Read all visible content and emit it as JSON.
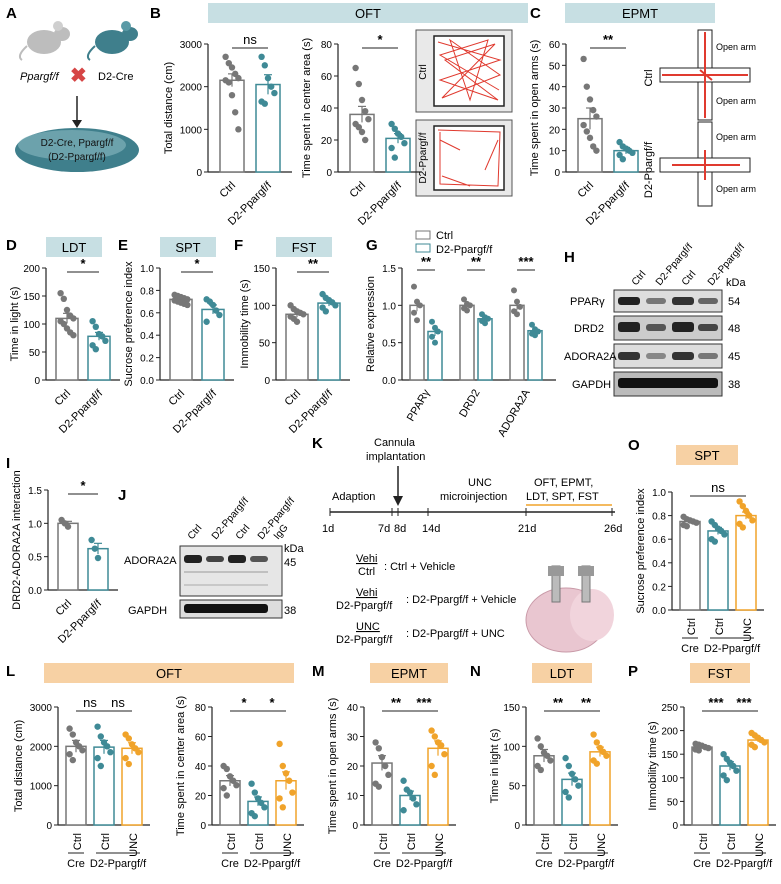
{
  "colors": {
    "ctrl": "#777777",
    "d2": "#3f8a96",
    "unc": "#f0a32a",
    "banner_blue": "#c7dfe3",
    "banner_orange": "#f7d1a4",
    "mouse_gray": "#bdbdbd",
    "mouse_teal": "#3f7f8c",
    "arrow_red": "#d64545",
    "track_red": "#e03a2f"
  },
  "panel_letters": {
    "A": "A",
    "B": "B",
    "C": "C",
    "D": "D",
    "E": "E",
    "F": "F",
    "G": "G",
    "H": "H",
    "I": "I",
    "J": "J",
    "K": "K",
    "L": "L",
    "M": "M",
    "N": "N",
    "O": "O",
    "P": "P"
  },
  "banners": {
    "B": "OFT",
    "C": "EPMT",
    "D": "LDT",
    "E": "SPT",
    "F": "FST",
    "O": "SPT",
    "L": "OFT",
    "M": "EPMT",
    "N": "LDT",
    "P": "FST"
  },
  "panelA": {
    "mouse1_label": "Ppargf/f",
    "mouse2_label": "D2-Cre",
    "result_line1": "D2-Cre, Ppargf/f",
    "result_line2": "(D2-Ppargf/f)"
  },
  "ctrl_label": "Ctrl",
  "d2_label": "D2-Ppargf/f",
  "unc_label": "UNC",
  "cre_label": "Cre",
  "trackB": {
    "ctrl": "Ctrl",
    "d2": "D2-Ppargf/f"
  },
  "trackC": {
    "ctrl": "Ctrl",
    "d2": "D2-Ppargf/f",
    "open_arm": "Open arm"
  },
  "legendG": {
    "ctrl": "Ctrl",
    "d2": "D2-Ppargf/f"
  },
  "blotH": {
    "lanes": [
      "Ctrl",
      "D2-Ppargf/f",
      "Ctrl",
      "D2-Ppargf/f"
    ],
    "kda": "kDa",
    "rows": [
      {
        "name": "PPARγ",
        "kda": "54"
      },
      {
        "name": "DRD2",
        "kda": "48"
      },
      {
        "name": "ADORA2A",
        "kda": "45"
      },
      {
        "name": "GAPDH",
        "kda": "38"
      }
    ]
  },
  "blotJ": {
    "lanes": [
      "Ctrl",
      "D2-Ppargf/f",
      "Ctrl",
      "D2-Ppargf/f",
      "IgG"
    ],
    "kda": "kDa",
    "rows": [
      {
        "name": "ADORA2A",
        "kda": "45"
      },
      {
        "name": "GAPDH",
        "kda": "38"
      }
    ]
  },
  "timelineK": {
    "cannula": "Cannula",
    "implantation": "implantation",
    "adaption": "Adaption",
    "unc": "UNC",
    "microinjection": "microinjection",
    "tests": [
      "OFT, EPMT,",
      "LDT, SPT, FST"
    ],
    "days": [
      "1d",
      "7d",
      "8d",
      "14d",
      "21d",
      "26d"
    ],
    "groups": [
      {
        "abbr_top": "Vehi",
        "abbr_bottom": "Ctrl",
        "desc": ": Ctrl + Vehicle"
      },
      {
        "abbr_top": "Vehi",
        "abbr_bottom": "D2-Ppargf/f",
        "desc": ": D2-Ppargf/f + Vehicle"
      },
      {
        "abbr_top": "UNC",
        "abbr_bottom": "D2-Ppargf/f",
        "desc": ": D2-Ppargf/f + UNC"
      }
    ]
  },
  "chart_data": [
    {
      "id": "B1",
      "type": "bar",
      "ylabel": "Total distance (cm)",
      "ylim": [
        0,
        3000
      ],
      "yticks": [
        "0",
        "1000",
        "2000",
        "3000"
      ],
      "sig": [
        {
          "a": 0,
          "b": 1,
          "label": "ns"
        }
      ],
      "groups": [
        {
          "name": "Ctrl",
          "mean": 2150,
          "sem": 150,
          "points": [
            2700,
            2550,
            2450,
            2300,
            2200,
            2150,
            2100,
            1800,
            1400,
            1000
          ]
        },
        {
          "name": "D2-Ppargf/f",
          "mean": 2050,
          "sem": 230,
          "points": [
            2700,
            2500,
            2200,
            2000,
            1850,
            1650,
            1600
          ]
        }
      ]
    },
    {
      "id": "B2",
      "type": "bar",
      "ylabel": "Time spent in center area (s)",
      "ylim": [
        0,
        80
      ],
      "yticks": [
        "0",
        "20",
        "40",
        "60",
        "80"
      ],
      "sig": [
        {
          "a": 0,
          "b": 1,
          "label": "*"
        }
      ],
      "groups": [
        {
          "name": "Ctrl",
          "mean": 36,
          "sem": 5,
          "points": [
            65,
            55,
            45,
            38,
            33,
            30,
            28,
            25,
            20
          ]
        },
        {
          "name": "D2-Ppargf/f",
          "mean": 21,
          "sem": 3,
          "points": [
            30,
            27,
            24,
            22,
            18,
            15,
            9
          ]
        }
      ]
    },
    {
      "id": "C",
      "type": "bar",
      "ylabel": "Time spent in open arms (s)",
      "ylim": [
        0,
        60
      ],
      "yticks": [
        "0",
        "10",
        "20",
        "30",
        "40",
        "50",
        "60"
      ],
      "sig": [
        {
          "a": 0,
          "b": 1,
          "label": "**"
        }
      ],
      "groups": [
        {
          "name": "Ctrl",
          "mean": 25,
          "sem": 5,
          "points": [
            53,
            40,
            34,
            29,
            26,
            22,
            19,
            16,
            12,
            10
          ]
        },
        {
          "name": "D2-Ppargf/f",
          "mean": 10,
          "sem": 1.5,
          "points": [
            14,
            12,
            11,
            10,
            9,
            8,
            6
          ]
        }
      ]
    },
    {
      "id": "D",
      "type": "bar",
      "ylabel": "Time in light (s)",
      "ylim": [
        0,
        200
      ],
      "yticks": [
        "0",
        "50",
        "100",
        "150",
        "200"
      ],
      "sig": [
        {
          "a": 0,
          "b": 1,
          "label": "*"
        }
      ],
      "groups": [
        {
          "name": "Ctrl",
          "mean": 110,
          "sem": 9,
          "points": [
            155,
            145,
            125,
            115,
            110,
            105,
            100,
            92,
            85,
            80
          ]
        },
        {
          "name": "D2-Ppargf/f",
          "mean": 78,
          "sem": 7,
          "points": [
            105,
            95,
            82,
            78,
            70,
            62,
            55
          ]
        }
      ]
    },
    {
      "id": "E",
      "type": "bar",
      "ylabel": "Sucrose preference index",
      "ylim": [
        0,
        1.0
      ],
      "yticks": [
        "0.0",
        "0.2",
        "0.4",
        "0.6",
        "0.8",
        "1.0"
      ],
      "sig": [
        {
          "a": 0,
          "b": 1,
          "label": "*"
        }
      ],
      "groups": [
        {
          "name": "Ctrl",
          "mean": 0.72,
          "sem": 0.02,
          "points": [
            0.76,
            0.75,
            0.74,
            0.73,
            0.72,
            0.71,
            0.7,
            0.69,
            0.68,
            0.67
          ]
        },
        {
          "name": "D2-Ppargf/f",
          "mean": 0.63,
          "sem": 0.04,
          "points": [
            0.72,
            0.7,
            0.67,
            0.62,
            0.58,
            0.52
          ]
        }
      ]
    },
    {
      "id": "F",
      "type": "bar",
      "ylabel": "Immobility time (s)",
      "ylim": [
        0,
        150
      ],
      "yticks": [
        "0",
        "50",
        "100",
        "150"
      ],
      "sig": [
        {
          "a": 0,
          "b": 1,
          "label": "**"
        }
      ],
      "groups": [
        {
          "name": "Ctrl",
          "mean": 88,
          "sem": 4,
          "points": [
            100,
            95,
            92,
            90,
            88,
            85,
            82,
            78
          ]
        },
        {
          "name": "D2-Ppargf/f",
          "mean": 103,
          "sem": 4,
          "points": [
            115,
            110,
            107,
            104,
            100,
            97,
            92
          ]
        }
      ]
    },
    {
      "id": "G",
      "type": "bar",
      "ylabel": "Relative expression",
      "ylim": [
        0,
        1.5
      ],
      "yticks": [
        "0.0",
        "0.5",
        "1.0",
        "1.5"
      ],
      "categories": [
        "PPARγ",
        "DRD2",
        "ADORA2A"
      ],
      "series": [
        {
          "name": "Ctrl",
          "values": [
            1.0,
            1.0,
            1.0
          ],
          "sem": [
            0.08,
            0.04,
            0.07
          ],
          "points": [
            [
              1.25,
              1.05,
              1.0,
              0.9,
              0.8
            ],
            [
              1.08,
              1.02,
              1.0,
              0.96,
              0.93
            ],
            [
              1.2,
              1.05,
              0.98,
              0.92,
              0.88
            ]
          ]
        },
        {
          "name": "D2-Ppargf/f",
          "values": [
            0.65,
            0.82,
            0.66
          ],
          "sem": [
            0.06,
            0.03,
            0.04
          ],
          "points": [
            [
              0.78,
              0.7,
              0.65,
              0.58,
              0.5
            ],
            [
              0.88,
              0.84,
              0.82,
              0.79,
              0.76
            ],
            [
              0.74,
              0.68,
              0.65,
              0.62,
              0.6
            ]
          ]
        }
      ],
      "sig": [
        "**",
        "**",
        "***"
      ]
    },
    {
      "id": "I",
      "type": "bar",
      "ylabel": "DRD2-ADORA2A interaction",
      "ylim": [
        0,
        1.5
      ],
      "yticks": [
        "0.0",
        "0.5",
        "1.0",
        "1.5"
      ],
      "sig": [
        {
          "a": 0,
          "b": 1,
          "label": "*"
        }
      ],
      "groups": [
        {
          "name": "Ctrl",
          "mean": 1.0,
          "sem": 0.03,
          "points": [
            1.05,
            1.0,
            0.95
          ]
        },
        {
          "name": "D2-Ppargf/f",
          "mean": 0.62,
          "sem": 0.08,
          "points": [
            0.75,
            0.62,
            0.48
          ]
        }
      ]
    },
    {
      "id": "O",
      "type": "bar",
      "ylabel": "Sucrose preference index",
      "ylim": [
        0,
        1.0
      ],
      "yticks": [
        "0.0",
        "0.2",
        "0.4",
        "0.6",
        "0.8",
        "1.0"
      ],
      "sig": [
        {
          "a": 0,
          "b": 2,
          "label": "ns"
        }
      ],
      "groups": [
        {
          "name": "Ctrl",
          "mean": 0.75,
          "sem": 0.02,
          "points": [
            0.79,
            0.77,
            0.76,
            0.75,
            0.74,
            0.72,
            0.71
          ]
        },
        {
          "name": "Ctrl",
          "mean": 0.67,
          "sem": 0.03,
          "points": [
            0.75,
            0.72,
            0.69,
            0.67,
            0.64,
            0.6,
            0.58
          ]
        },
        {
          "name": "UNC",
          "mean": 0.8,
          "sem": 0.03,
          "points": [
            0.92,
            0.88,
            0.84,
            0.8,
            0.76,
            0.73,
            0.7
          ]
        }
      ],
      "underline": {
        "left": "Cre",
        "right": "D2-Ppargf/f"
      }
    },
    {
      "id": "L1",
      "type": "bar",
      "ylabel": "Total distance (cm)",
      "ylim": [
        0,
        3000
      ],
      "yticks": [
        "0",
        "1000",
        "2000",
        "3000"
      ],
      "sig": [
        {
          "a": 0,
          "b": 1,
          "label": "ns"
        },
        {
          "a": 1,
          "b": 2,
          "label": "ns"
        }
      ],
      "groups": [
        {
          "name": "Ctrl",
          "mean": 2000,
          "sem": 150,
          "points": [
            2450,
            2300,
            2100,
            2000,
            1900,
            1800,
            1650
          ]
        },
        {
          "name": "Ctrl",
          "mean": 1980,
          "sem": 170,
          "points": [
            2500,
            2250,
            2100,
            2000,
            1850,
            1700,
            1500
          ]
        },
        {
          "name": "UNC",
          "mean": 1950,
          "sem": 140,
          "points": [
            2300,
            2200,
            2050,
            1950,
            1850,
            1700,
            1550
          ]
        }
      ],
      "underline": {
        "left": "Cre",
        "right": "D2-Ppargf/f"
      }
    },
    {
      "id": "L2",
      "type": "bar",
      "ylabel": "Time spent in center area (s)",
      "ylim": [
        0,
        80
      ],
      "yticks": [
        "0",
        "20",
        "40",
        "60",
        "80"
      ],
      "sig": [
        {
          "a": 0,
          "b": 1,
          "label": "*"
        },
        {
          "a": 1,
          "b": 2,
          "label": "*"
        }
      ],
      "groups": [
        {
          "name": "Ctrl",
          "mean": 30,
          "sem": 3.5,
          "points": [
            40,
            38,
            33,
            30,
            27,
            25,
            20
          ]
        },
        {
          "name": "Ctrl",
          "mean": 16,
          "sem": 3,
          "points": [
            28,
            22,
            18,
            15,
            12,
            8,
            6
          ]
        },
        {
          "name": "UNC",
          "mean": 30,
          "sem": 6,
          "points": [
            55,
            40,
            35,
            30,
            22,
            18,
            12
          ]
        }
      ],
      "underline": {
        "left": "Cre",
        "right": "D2-Ppargf/f"
      }
    },
    {
      "id": "M",
      "type": "bar",
      "ylabel": "Time spent in open arms (s)",
      "ylim": [
        0,
        40
      ],
      "yticks": [
        "0",
        "10",
        "20",
        "30",
        "40"
      ],
      "sig": [
        {
          "a": 0,
          "b": 1,
          "label": "**"
        },
        {
          "a": 1,
          "b": 2,
          "label": "***"
        }
      ],
      "groups": [
        {
          "name": "Ctrl",
          "mean": 21,
          "sem": 2.5,
          "points": [
            28,
            26,
            23,
            20,
            17,
            14,
            13
          ]
        },
        {
          "name": "Ctrl",
          "mean": 10,
          "sem": 1.5,
          "points": [
            15,
            12,
            11,
            9,
            7,
            5
          ]
        },
        {
          "name": "UNC",
          "mean": 26,
          "sem": 2.5,
          "points": [
            32,
            30,
            28,
            27,
            24,
            20,
            17
          ]
        }
      ],
      "underline": {
        "left": "Cre",
        "right": "D2-Ppargf/f"
      }
    },
    {
      "id": "N",
      "type": "bar",
      "ylabel": "Time in light (s)",
      "ylim": [
        0,
        150
      ],
      "yticks": [
        "0",
        "50",
        "100",
        "150"
      ],
      "sig": [
        {
          "a": 0,
          "b": 1,
          "label": "**"
        },
        {
          "a": 1,
          "b": 2,
          "label": "**"
        }
      ],
      "groups": [
        {
          "name": "Ctrl",
          "mean": 88,
          "sem": 8,
          "points": [
            110,
            100,
            92,
            88,
            82,
            75,
            70
          ]
        },
        {
          "name": "Ctrl",
          "mean": 58,
          "sem": 8,
          "points": [
            85,
            75,
            65,
            58,
            50,
            42,
            35
          ]
        },
        {
          "name": "UNC",
          "mean": 93,
          "sem": 6,
          "points": [
            115,
            105,
            98,
            93,
            88,
            82,
            78
          ]
        }
      ],
      "underline": {
        "left": "Cre",
        "right": "D2-Ppargf/f"
      }
    },
    {
      "id": "P",
      "type": "bar",
      "ylabel": "Immobility time (s)",
      "ylim": [
        0,
        250
      ],
      "yticks": [
        "0",
        "50",
        "100",
        "150",
        "200",
        "250"
      ],
      "sig": [
        {
          "a": 0,
          "b": 1,
          "label": "***"
        },
        {
          "a": 1,
          "b": 2,
          "label": "***"
        }
      ],
      "groups": [
        {
          "name": "Ctrl",
          "mean": 165,
          "sem": 3,
          "points": [
            172,
            170,
            168,
            165,
            163,
            160,
            158
          ]
        },
        {
          "name": "Ctrl",
          "mean": 125,
          "sem": 9,
          "points": [
            150,
            140,
            132,
            125,
            115,
            105,
            95
          ]
        },
        {
          "name": "UNC",
          "mean": 180,
          "sem": 4,
          "points": [
            195,
            190,
            185,
            180,
            175,
            170,
            165
          ]
        }
      ],
      "underline": {
        "left": "Cre",
        "right": "D2-Ppargf/f"
      }
    }
  ]
}
